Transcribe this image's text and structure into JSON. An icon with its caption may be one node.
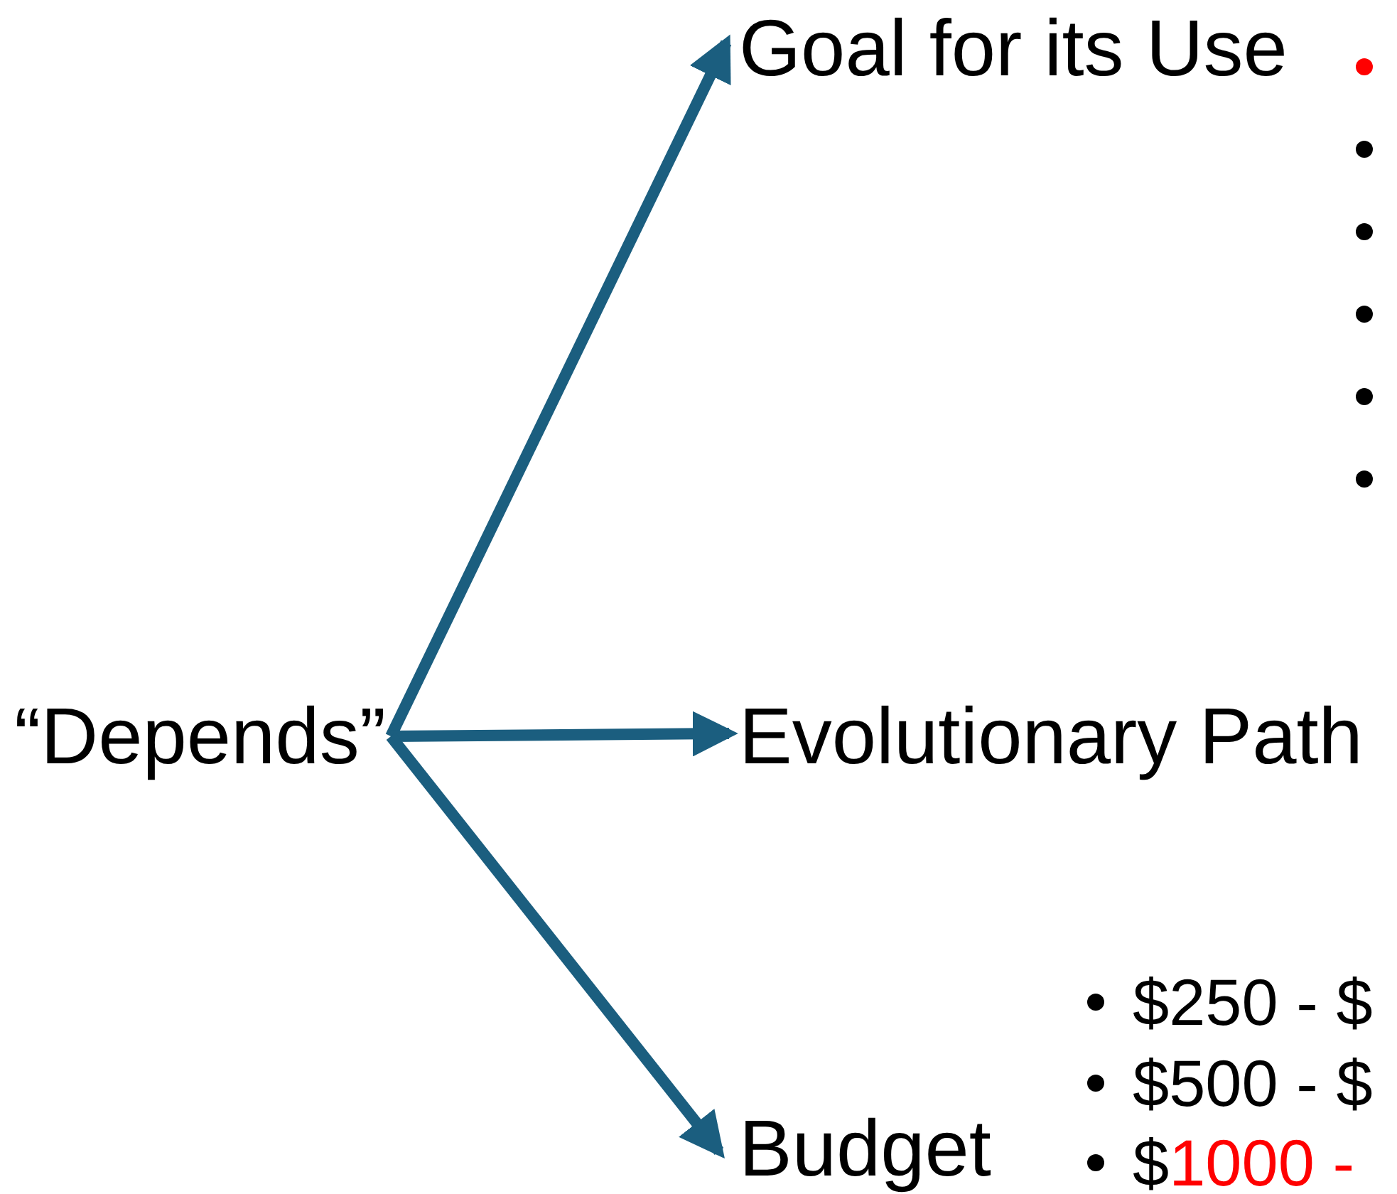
{
  "diagram": {
    "nodes": [
      {
        "text": [
          "“Depends”"
        ]
      },
      {
        "text": [
          "Goal for its Use"
        ]
      },
      {
        "text": [
          "Evolutionary Path"
        ]
      },
      {
        "text": [
          "Budget"
        ]
      }
    ],
    "edges": [
      {
        "from": 0,
        "to": 1,
        "arrow": "to"
      },
      {
        "from": 0,
        "to": 2,
        "arrow": "to"
      },
      {
        "from": 0,
        "to": 3,
        "arrow": "to"
      }
    ],
    "labels": [
      "$250 - $",
      "$500 - $",
      "$1000 -"
    ]
  }
}
